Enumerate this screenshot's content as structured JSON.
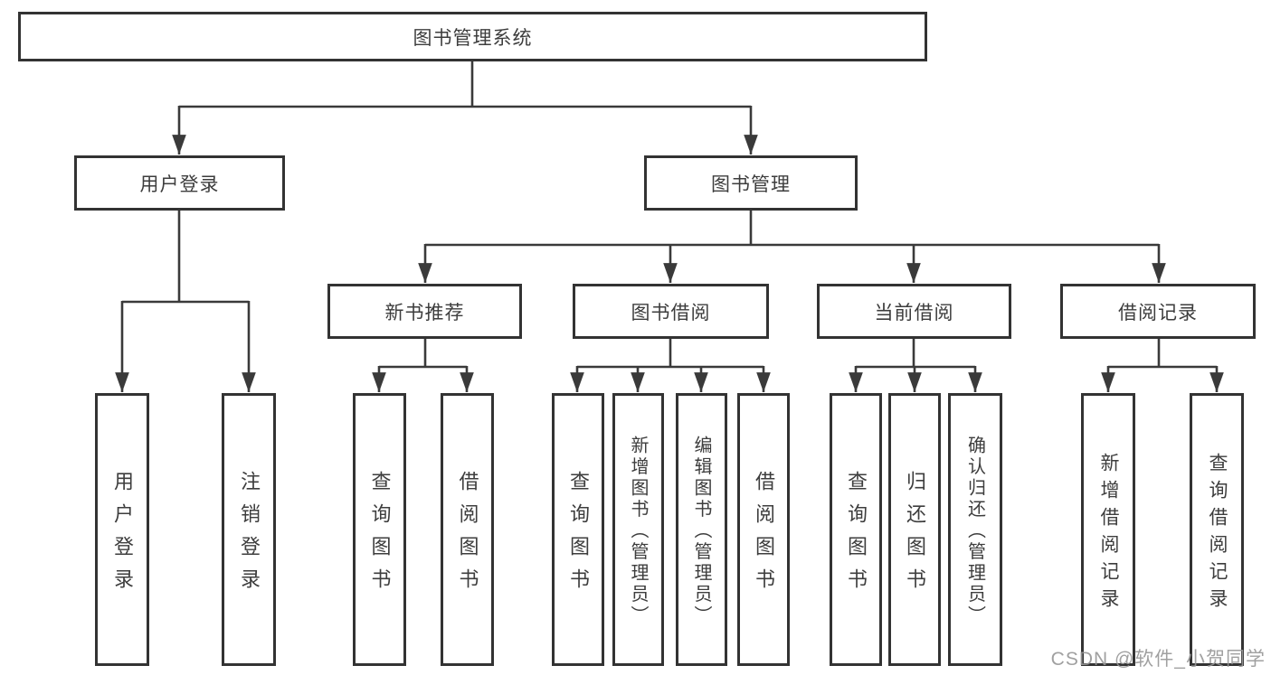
{
  "tree": {
    "root": {
      "label": "图书管理系统",
      "children": [
        {
          "label": "用户登录",
          "children": [
            {
              "label": "用户登录"
            },
            {
              "label": "注销登录"
            }
          ]
        },
        {
          "label": "图书管理",
          "children": [
            {
              "label": "新书推荐",
              "children": [
                {
                  "label": "查询图书"
                },
                {
                  "label": "借阅图书"
                }
              ]
            },
            {
              "label": "图书借阅",
              "children": [
                {
                  "label": "查询图书"
                },
                {
                  "label": "新增图书（管理员）"
                },
                {
                  "label": "编辑图书（管理员）"
                },
                {
                  "label": "借阅图书"
                }
              ]
            },
            {
              "label": "当前借阅",
              "children": [
                {
                  "label": "查询图书"
                },
                {
                  "label": "归还图书"
                },
                {
                  "label": "确认归还（管理员）"
                }
              ]
            },
            {
              "label": "借阅记录",
              "children": [
                {
                  "label": "新增借阅记录"
                },
                {
                  "label": "查询借阅记录"
                }
              ]
            }
          ]
        }
      ]
    }
  },
  "watermark": {
    "label": "CSDN @软件_小贺同学"
  },
  "colors": {
    "line": "#3a3a3a",
    "border": "#333333",
    "text": "#3d3d3d",
    "watermark": "#969696"
  }
}
